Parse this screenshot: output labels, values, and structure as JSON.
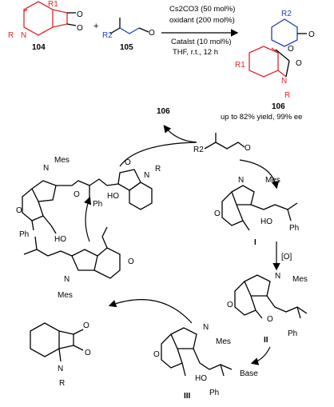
{
  "reagents": {
    "line1": "Cs2CO3 (50 mol%)",
    "line2": "oxidant (200 mol%)",
    "line3": "Catalst (10 mol%)",
    "line4": "THF, r.t., 12 h"
  },
  "compounds": {
    "isatin": "104",
    "enal": "105",
    "product": "106",
    "product_yield": "up to 82% yield, 99% ee",
    "released": "106"
  },
  "intermediates": {
    "I": "I",
    "II": "II",
    "III": "III"
  },
  "arrows": {
    "oxidation": "[O]",
    "base": "Base"
  },
  "atoms": {
    "R": "R",
    "R1": "R1",
    "R2": "R2",
    "N": "N",
    "O": "O",
    "Ph": "Ph",
    "Mes": "Mes",
    "HO": "HO",
    "plus": "+"
  }
}
